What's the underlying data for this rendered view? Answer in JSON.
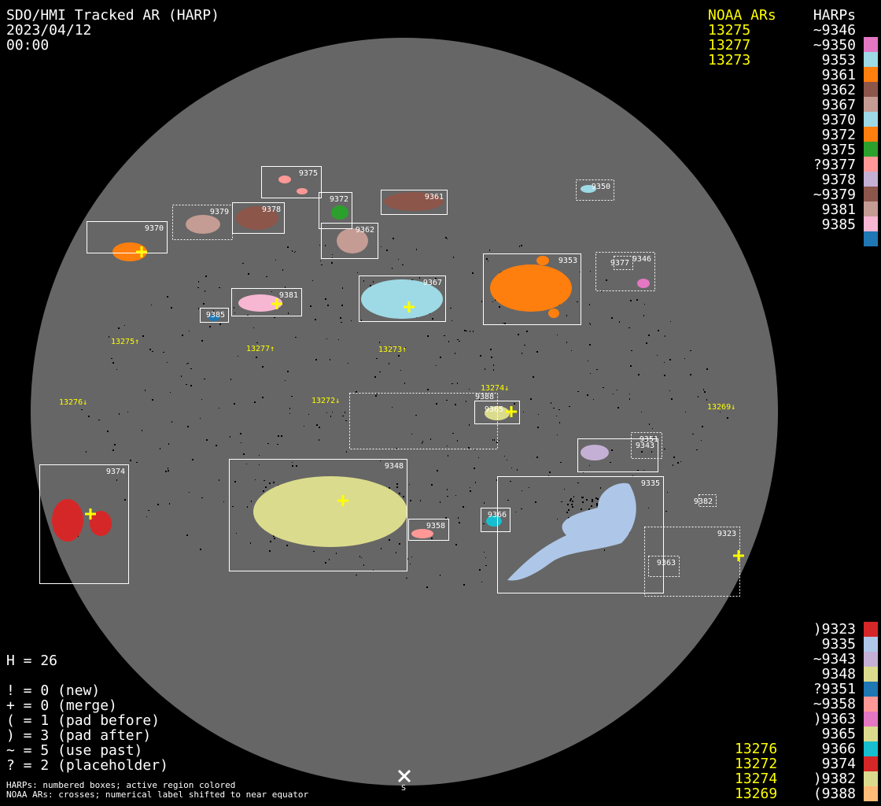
{
  "header": {
    "title": "SDO/HMI Tracked AR (HARP)",
    "date": "2023/04/12",
    "time": "00:00"
  },
  "noaa_header": "NOAA ARs",
  "harps_header": "HARPs",
  "noaa_top": [
    "13275",
    "13277",
    "13273"
  ],
  "noaa_bottom": [
    "13276",
    "13272",
    "13274",
    "13269"
  ],
  "harps_top": [
    {
      "label": "~9346",
      "color": "#e377c2"
    },
    {
      "label": "~9350",
      "color": "#9edae5"
    },
    {
      "label": "9353",
      "color": "#ff7f0e"
    },
    {
      "label": "9361",
      "color": "#8c564b"
    },
    {
      "label": "9362",
      "color": "#c49c94"
    },
    {
      "label": "9367",
      "color": "#9edae5"
    },
    {
      "label": "9370",
      "color": "#ff7f0e"
    },
    {
      "label": "9372",
      "color": "#2ca02c"
    },
    {
      "label": "9375",
      "color": "#ff9896"
    },
    {
      "label": "?9377",
      "color": "#c5b0d5"
    },
    {
      "label": "9378",
      "color": "#8c564b"
    },
    {
      "label": "~9379",
      "color": "#c49c94"
    },
    {
      "label": "9381",
      "color": "#f7b6d2"
    },
    {
      "label": "9385",
      "color": "#1f77b4"
    }
  ],
  "harps_bottom": [
    {
      "label": ")9323",
      "color": "#d62728"
    },
    {
      "label": "9335",
      "color": "#aec7e8"
    },
    {
      "label": "~9343",
      "color": "#c5b0d5"
    },
    {
      "label": "9348",
      "color": "#dbdb8d"
    },
    {
      "label": "?9351",
      "color": "#1f77b4"
    },
    {
      "label": "~9358",
      "color": "#ff9896"
    },
    {
      "label": ")9363",
      "color": "#e377c2"
    },
    {
      "label": "9365",
      "color": "#dbdb8d"
    },
    {
      "label": "9366",
      "color": "#17becf"
    },
    {
      "label": "9374",
      "color": "#d62728"
    },
    {
      "label": ")9382",
      "color": "#dbdb8d"
    },
    {
      "label": "(9388",
      "color": "#ffbb78"
    }
  ],
  "stats": {
    "h": "H = 26",
    "lines": [
      "! = 0 (new)",
      "+ = 0 (merge)",
      "( = 1 (pad before)",
      ") = 3 (pad after)",
      "~ = 5 (use past)",
      "? = 2 (placeholder)"
    ]
  },
  "footer": [
    "HARPs: numbered boxes; active region colored",
    "NOAA ARs: crosses; numerical label shifted to near equator"
  ],
  "disk_labels": {
    "harps": [
      "9375",
      "9372",
      "9361",
      "9350",
      "9379",
      "9378",
      "9362",
      "9370",
      "9353",
      "9377",
      "9346",
      "9367",
      "9381",
      "9385",
      "9388",
      "9365",
      "9351",
      "9343",
      "9374",
      "9348",
      "9335",
      "9382",
      "9366",
      "9358",
      "9323",
      "9363"
    ],
    "noaa": [
      "13275↑",
      "13277↑",
      "13273↑",
      "13274↓",
      "13276↓",
      "13272↓",
      "13269↓"
    ],
    "south": "S"
  },
  "colors": {
    "disk": "#666666",
    "noaa": "#ffff00",
    "box": "#ffffff"
  }
}
